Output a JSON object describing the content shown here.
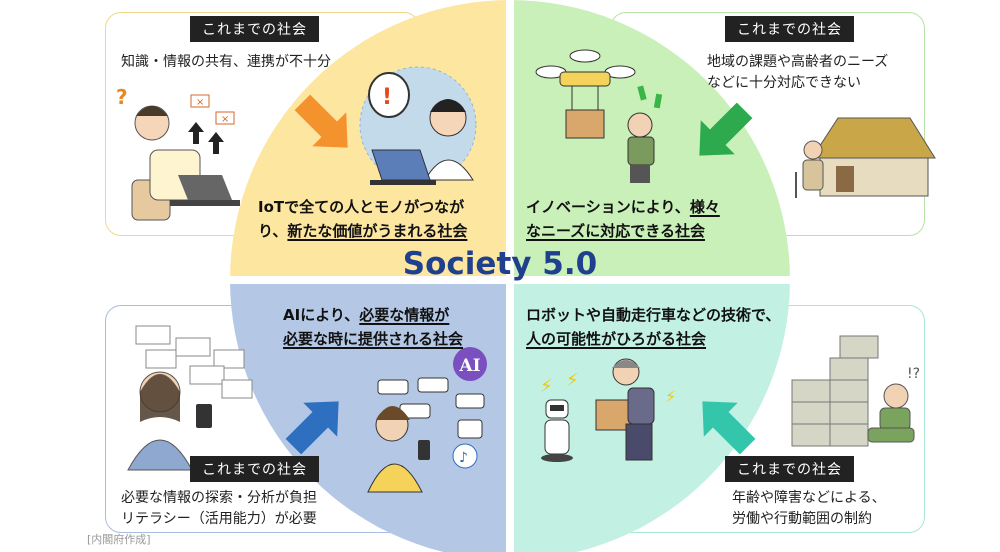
{
  "title": "Society 5.0",
  "colors": {
    "yellow": "#fde6a0",
    "green": "#c9f0b8",
    "blue": "#b4c8e6",
    "teal": "#c2f1e3",
    "orange_arrow": "#f4922e",
    "green_arrow": "#2eaa4e",
    "blue_arrow": "#2f6fc0",
    "teal_arrow": "#33c6aa",
    "title": "#1f3f8f"
  },
  "quadrants": {
    "top_left": {
      "past_label": "これまでの社会",
      "past_text": [
        "知識・情報の共有、連携が不十分"
      ],
      "future_line1": "IoTで全ての人とモノがつなが",
      "future_line2_plain": "り、",
      "future_line2_ul": "新たな価値がうまれる社会"
    },
    "top_right": {
      "past_label": "これまでの社会",
      "past_text": [
        "地域の課題や高齢者のニーズ",
        "などに十分対応できない"
      ],
      "future_line1_plain": "イノベーションにより、",
      "future_line1_ul": "様々",
      "future_line2_ul": "なニーズに対応できる社会"
    },
    "bottom_left": {
      "past_label": "これまでの社会",
      "past_text": [
        "必要な情報の探索・分析が負担",
        "リテラシー（活用能力）が必要"
      ],
      "future_line1_plain": "AIにより、",
      "future_line1_ul": "必要な情報が",
      "future_line2_ul": "必要な時に提供される社会",
      "ai_badge": "AI"
    },
    "bottom_right": {
      "past_label": "これまでの社会",
      "past_text": [
        "年齢や障害などによる、",
        "労働や行動範囲の制約"
      ],
      "future_line1": "ロボットや自動走行車などの技術で、",
      "future_line2_ul": "人の可能性がひろがる社会"
    }
  },
  "source_caption": "[内閣府作成]"
}
